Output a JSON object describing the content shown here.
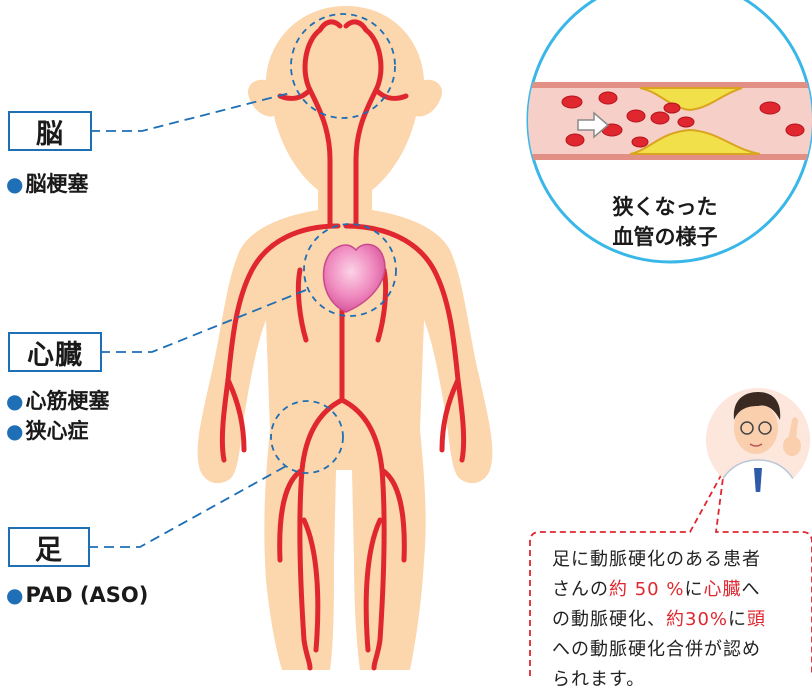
{
  "organs": {
    "brain": {
      "label": "脳",
      "diseases": [
        "脳梗塞"
      ]
    },
    "heart": {
      "label": "心臓",
      "diseases": [
        "心筋梗塞",
        "狭心症"
      ]
    },
    "leg": {
      "label": "足",
      "diseases": [
        "PAD (ASO)"
      ]
    }
  },
  "inset": {
    "caption_line1": "狭くなった",
    "caption_line2": "血管の様子"
  },
  "note": {
    "line1": "足に動脈硬化のある患者",
    "line2_a": "さんの",
    "line2_b": "約 50 %",
    "line2_c": "に",
    "line2_d": "心臓",
    "line2_e": "へ",
    "line3_a": "の動脈硬化、",
    "line3_b": "約30%",
    "line3_c": "に",
    "line3_d": "頭",
    "line4": "への動脈硬化合併が認め",
    "line5": "られます。"
  },
  "colors": {
    "skin": "#fcd6ac",
    "artery": "#e0272f",
    "accent": "#1e6fb5",
    "inset_ring": "#38b7e8",
    "note_border": "#e0272f"
  },
  "icons": {
    "bullet": "blue-dot",
    "doctor": "doctor-pointing",
    "arrow": "flow-arrow"
  }
}
